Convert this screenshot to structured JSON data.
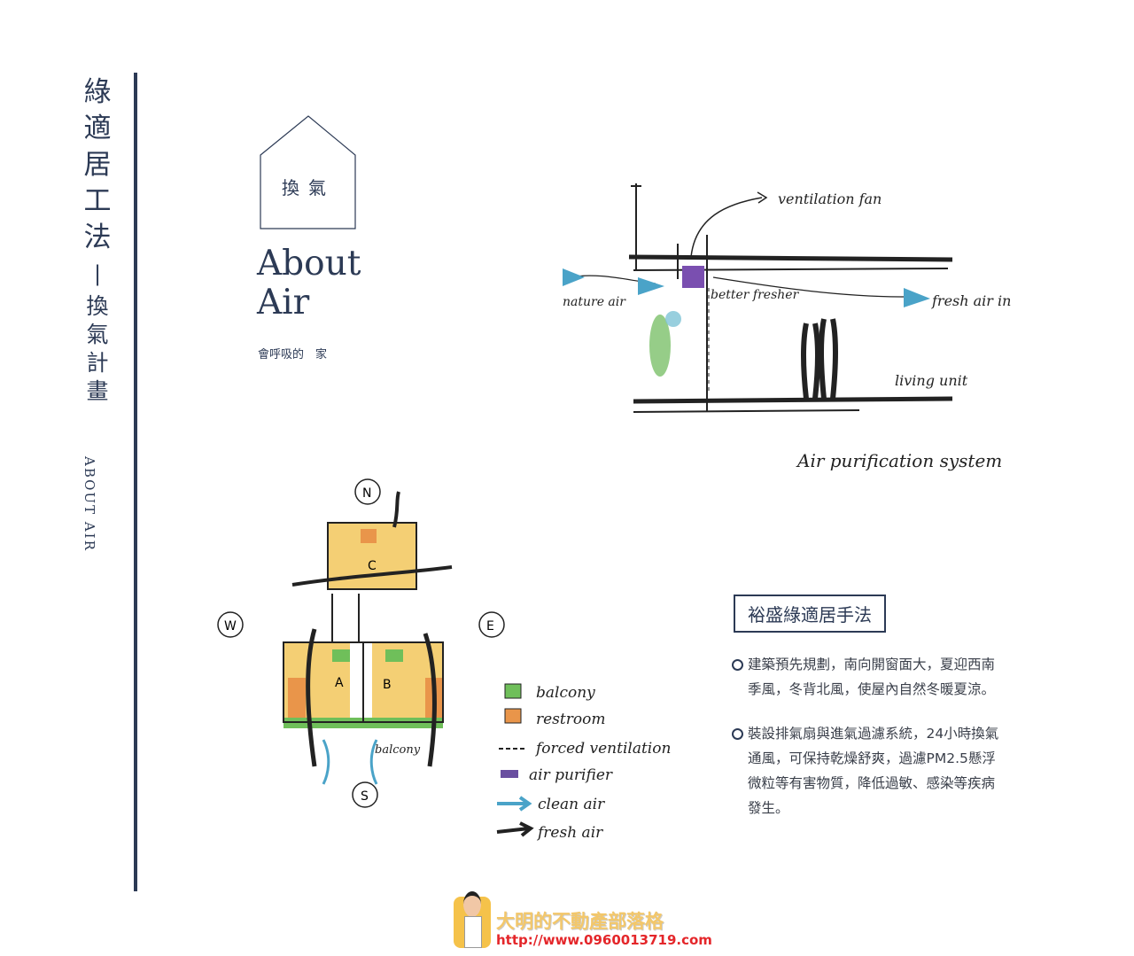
{
  "sidebar": {
    "title_chars": [
      "綠",
      "適",
      "居",
      "工",
      "法",
      "|",
      "換",
      "氣",
      "計",
      "畫"
    ],
    "subtitle": "ABOUT AIR"
  },
  "header": {
    "house_label": "換氣",
    "title_line1": "About",
    "title_line2": "Air",
    "tagline": "會呼吸的　家"
  },
  "section_diagram": {
    "labels": {
      "ventilation_fan": "ventilation fan",
      "nature_air": "nature air",
      "better_fresher": "better fresher",
      "fresh_air_in": "fresh air in",
      "living_unit": "living unit",
      "caption": "Air purification system"
    }
  },
  "floor_plan": {
    "compass": {
      "n": "N",
      "s": "S",
      "e": "E",
      "w": "W"
    },
    "units": [
      "A",
      "B",
      "C"
    ],
    "balcony_note": "balcony",
    "legend": [
      {
        "label": "balcony",
        "color": "#6fbf5a"
      },
      {
        "label": "restroom",
        "color": "#e9954a"
      },
      {
        "label": "forced ventilation",
        "color": "#222222"
      },
      {
        "label": "air purifier",
        "color": "#6a4fa0"
      },
      {
        "label": "clean air",
        "color": "#4aa3c8"
      },
      {
        "label": "fresh air",
        "color": "#222222"
      }
    ]
  },
  "method": {
    "heading": "裕盛綠適居手法",
    "bullets": [
      {
        "lines": [
          "建築預先規劃，南向開窗面大，夏迎西南",
          "季風，冬背北風，使屋內自然冬暖夏涼。"
        ]
      },
      {
        "lines": [
          "裝設排氣扇與進氣過濾系統，24小時換氣",
          "通風，可保持乾燥舒爽，過濾PM2.5懸浮",
          "微粒等有害物質，降低過敏、感染等疾病",
          "發生。"
        ]
      }
    ]
  },
  "footer": {
    "blog_name": "大明的不動產部落格",
    "url": "http://www.0960013719.com"
  },
  "colors": {
    "navy": "#2c3a55",
    "yellow": "#f2c75c",
    "green": "#6fbf5a",
    "orange": "#e9954a",
    "blue": "#4aa3c8",
    "purple": "#6a4fa0"
  }
}
